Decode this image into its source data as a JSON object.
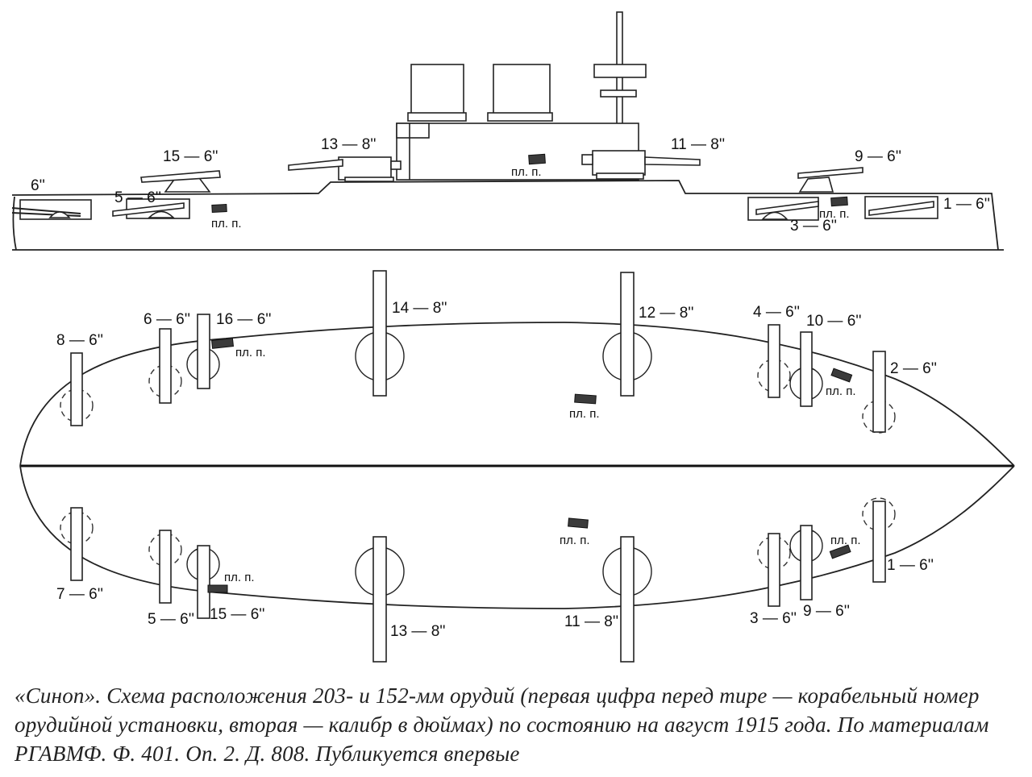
{
  "side_view": {
    "labels": {
      "g6": "6''",
      "g15": "15 — 6''",
      "g5": "5 — 6''",
      "g13": "13 — 8''",
      "g11": "11 — 8''",
      "g9": "9 — 6''",
      "g1": "1 — 6''",
      "g3": "3 — 6''"
    },
    "mag_labels": [
      "пл. п.",
      "пл. п.",
      "пл. п."
    ]
  },
  "plan_view": {
    "upper_labels": {
      "g8": "8 — 6''",
      "g6": "6 — 6''",
      "g16": "16 — 6''",
      "g14": "14 — 8''",
      "g12": "12 — 8''",
      "g4": "4 — 6''",
      "g10": "10 — 6''",
      "g2": "2 — 6''"
    },
    "lower_labels": {
      "g7": "7 — 6''",
      "g5": "5 — 6''",
      "g15": "15 — 6''",
      "g13": "13 — 8''",
      "g11": "11 — 8''",
      "g3": "3 — 6''",
      "g9": "9 — 6''",
      "g1": "1 — 6''"
    },
    "mag_labels": [
      "пл. п.",
      "пл. п.",
      "пл. п.",
      "пл. п.",
      "пл. п.",
      "пл. п."
    ]
  },
  "caption": "«Синоп». Схема расположения 203- и 152-мм орудий (первая цифра перед тире — корабельный номер орудийной установки, вторая — калибр в дюймах) по состоянию на август 1915 года. По материалам РГАВМФ. Ф. 401. Оп. 2. Д. 808. Публикуется впервые"
}
